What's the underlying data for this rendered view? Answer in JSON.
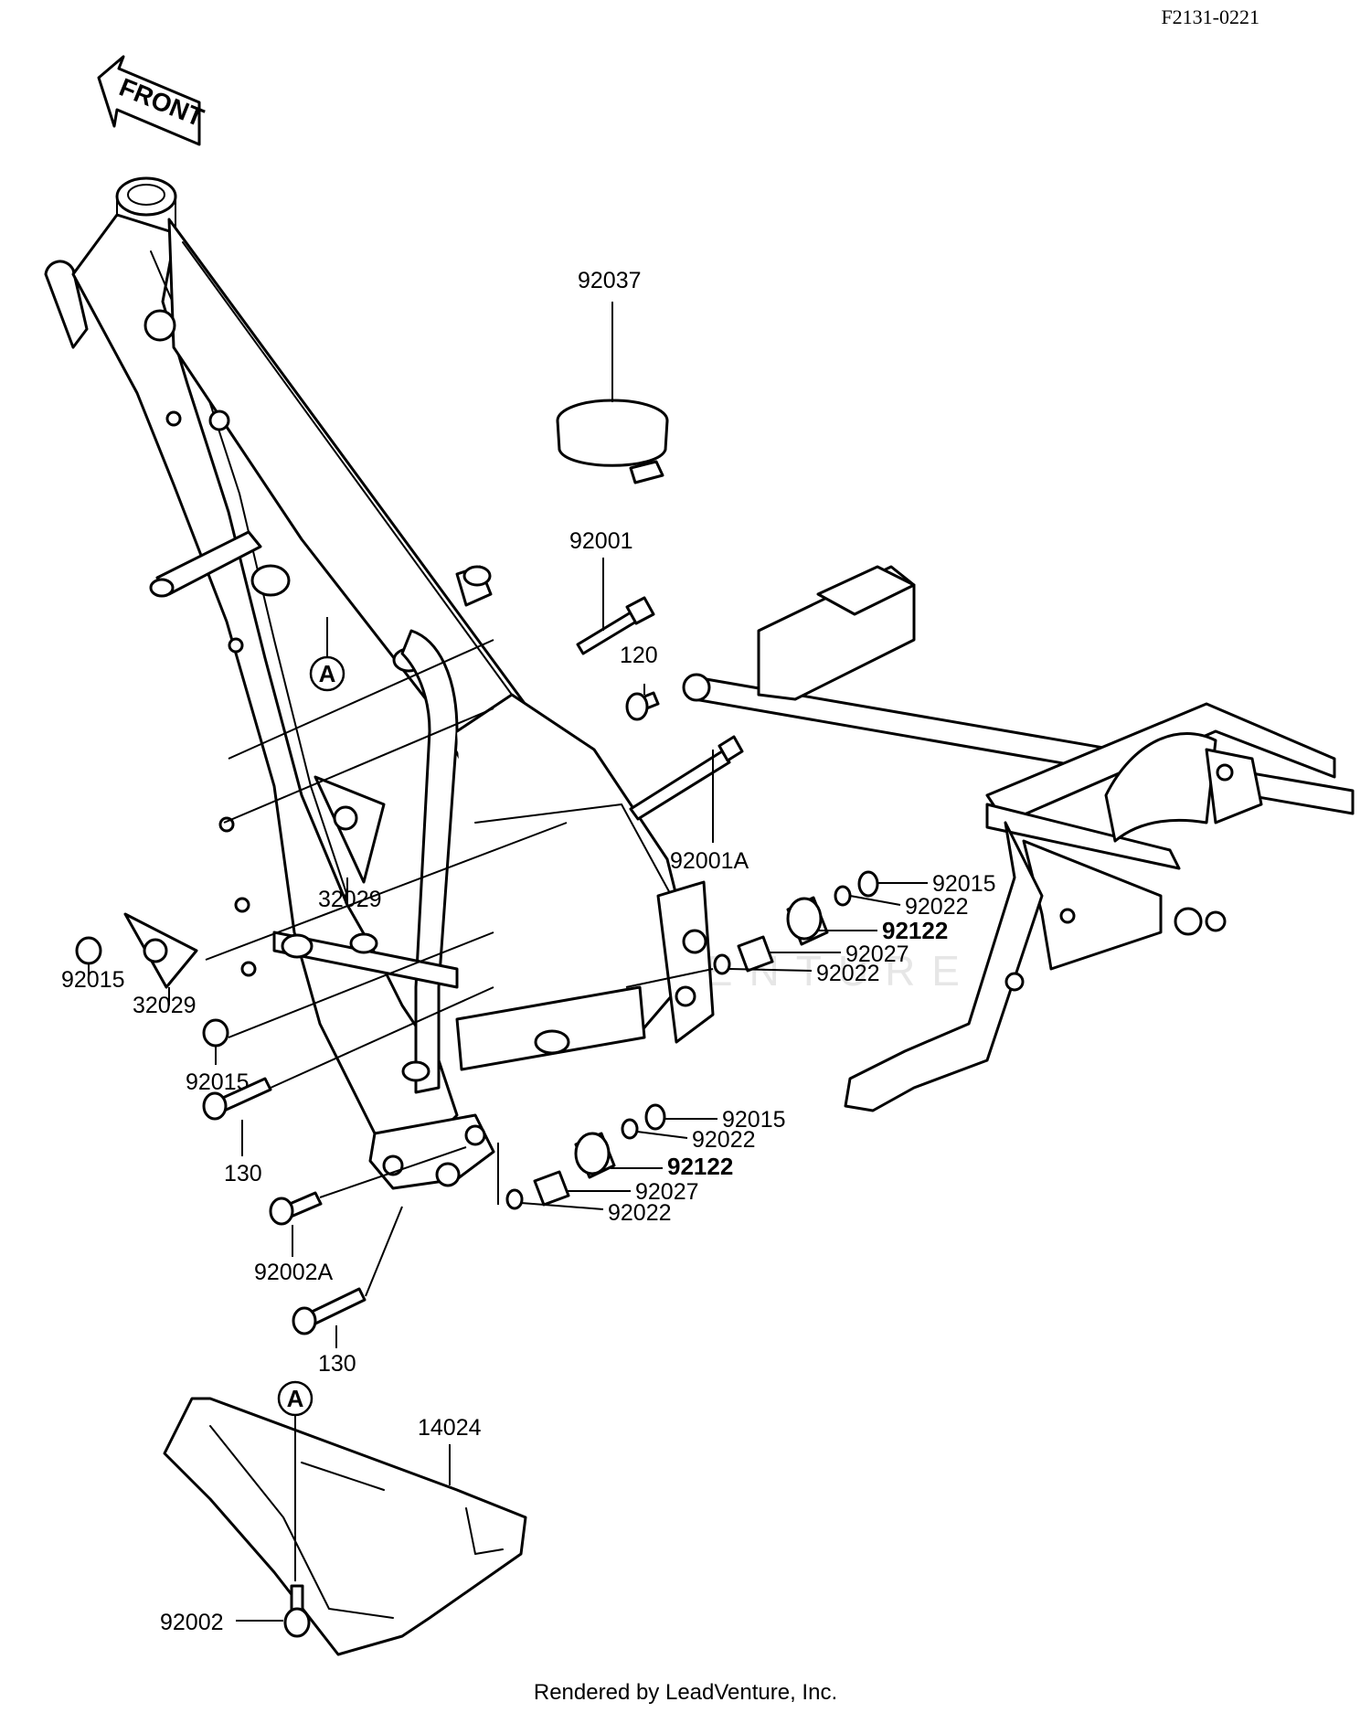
{
  "diagram_code": "F2131-0221",
  "front_arrow": "FRONT",
  "callout_marker": "A",
  "watermark": "LEADVENTURE",
  "footer": "Rendered by LeadVenture, Inc.",
  "labels": {
    "p92037": "92037",
    "p92001": "92001",
    "p120": "120",
    "p92001A": "92001A",
    "p32029_center": "32029",
    "p32029_left": "32029",
    "p92015_left": "92015",
    "p92015_mid": "92015",
    "p130_top": "130",
    "p92002A": "92002A",
    "p130_bottom": "130",
    "p92015_r1": "92015",
    "p92022_r1a": "92022",
    "p92122_r1": "92122",
    "p92027_r1": "92027",
    "p92022_r1b": "92022",
    "p92015_r2": "92015",
    "p92022_r2a": "92022",
    "p92122_r2": "92122",
    "p92027_r2": "92027",
    "p92022_r2b": "92022",
    "p14024": "14024",
    "p92002": "92002"
  }
}
